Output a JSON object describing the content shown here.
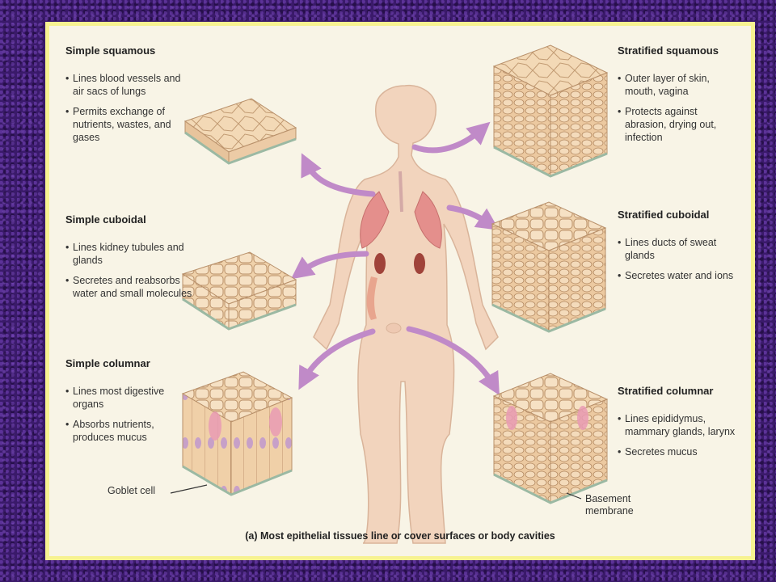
{
  "tissues": [
    {
      "name": "Simple squamous",
      "bullets": [
        "Lines blood vessels and air sacs of lungs",
        "Permits exchange of nutrients, wastes, and gases"
      ]
    },
    {
      "name": "Simple cuboidal",
      "bullets": [
        "Lines kidney tubules and glands",
        "Secretes and reabsorbs water and small molecules"
      ]
    },
    {
      "name": "Simple columnar",
      "bullets": [
        "Lines most digestive organs",
        "Absorbs nutrients, produces mucus"
      ]
    },
    {
      "name": "Stratified squamous",
      "bullets": [
        "Outer layer of skin, mouth, vagina",
        "Protects against abrasion, drying out, infection"
      ]
    },
    {
      "name": "Stratified cuboidal",
      "bullets": [
        "Lines ducts of sweat glands",
        "Secretes water and ions"
      ]
    },
    {
      "name": "Stratified columnar",
      "bullets": [
        "Lines epididymus, mammary glands, larynx",
        "Secretes mucus"
      ]
    }
  ],
  "labels": {
    "goblet_cell": "Goblet cell",
    "basement_membrane": "Basement membrane"
  },
  "caption": "(a) Most epithelial tissues line or cover surfaces or body cavities",
  "colors": {
    "background": "#3a1a6a",
    "frame_border": "#f7f291",
    "panel": "#f8f4e6",
    "arrow": "#c08ac8",
    "tissue": "#f3d9b6",
    "cell_line": "#b8906a",
    "membrane": "#9bb9a3",
    "lung": "#e48f8c",
    "kidney": "#a0433a",
    "skin": "#f2d4bd"
  }
}
